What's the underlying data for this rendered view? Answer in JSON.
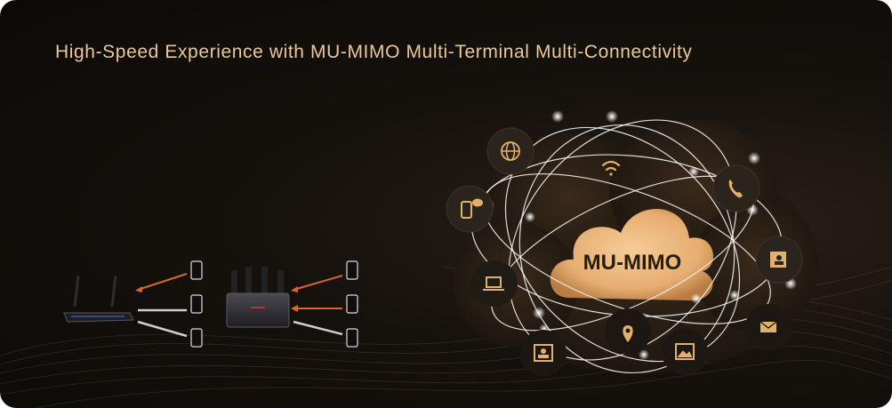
{
  "headline": "High-Speed Experience with MU-MIMO Multi-Terminal Multi-Connectivity",
  "cloud": {
    "label": "MU-MIMO"
  },
  "colors": {
    "gold": "#e9c89a",
    "accent_orange": "#d8672a",
    "cloud_fill": "#f3c48d",
    "icon_gold": "#e3b06a"
  },
  "icons": [
    "globe-icon",
    "wifi-icon",
    "phone-call-icon",
    "mobile-chat-icon",
    "laptop-icon",
    "contact-card-icon",
    "mail-icon",
    "location-pin-icon",
    "portrait-icon",
    "image-icon"
  ],
  "router_comparison": {
    "left_router": "single-user-router",
    "right_router": "mu-mimo-router",
    "devices_per_router": 3
  }
}
